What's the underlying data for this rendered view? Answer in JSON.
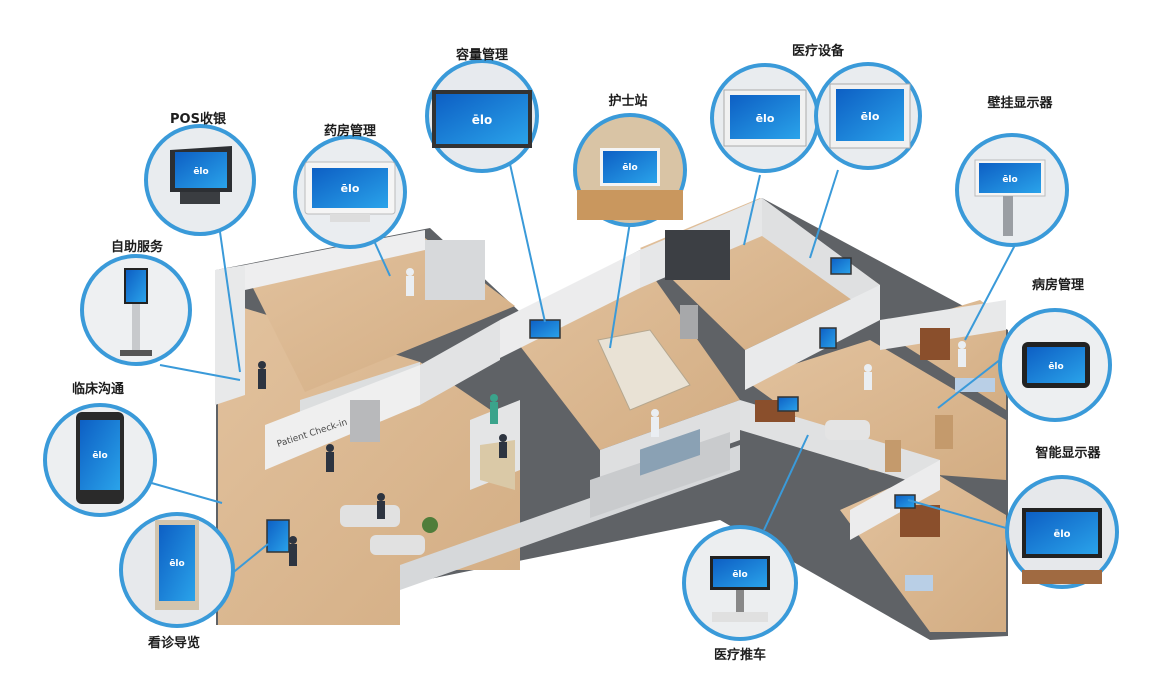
{
  "brand": {
    "logo_text": "ēlo",
    "accent": "#3a9ad9",
    "screen_color": "#1a78d6"
  },
  "sign": {
    "patient_checkin": "Patient Check-in"
  },
  "callouts": [
    {
      "id": "pos",
      "label": "POS收银",
      "icon": "pos-terminal"
    },
    {
      "id": "pharmacy",
      "label": "药房管理",
      "icon": "desktop-monitor"
    },
    {
      "id": "capacity",
      "label": "容量管理",
      "icon": "wall-display"
    },
    {
      "id": "nurse",
      "label": "护士站",
      "icon": "desk-monitor"
    },
    {
      "id": "medical",
      "label": "医疗设备",
      "icon": "medical-monitor"
    },
    {
      "id": "wall",
      "label": "壁挂显示器",
      "icon": "wall-arm-monitor"
    },
    {
      "id": "selfservice",
      "label": "自助服务",
      "icon": "kiosk"
    },
    {
      "id": "ward",
      "label": "病房管理",
      "icon": "tablet"
    },
    {
      "id": "clinical",
      "label": "临床沟通",
      "icon": "handheld"
    },
    {
      "id": "smart",
      "label": "智能显示器",
      "icon": "smart-display"
    },
    {
      "id": "wayfinding",
      "label": "看诊导览",
      "icon": "totem"
    },
    {
      "id": "cart",
      "label": "医疗推车",
      "icon": "cart-monitor"
    }
  ]
}
